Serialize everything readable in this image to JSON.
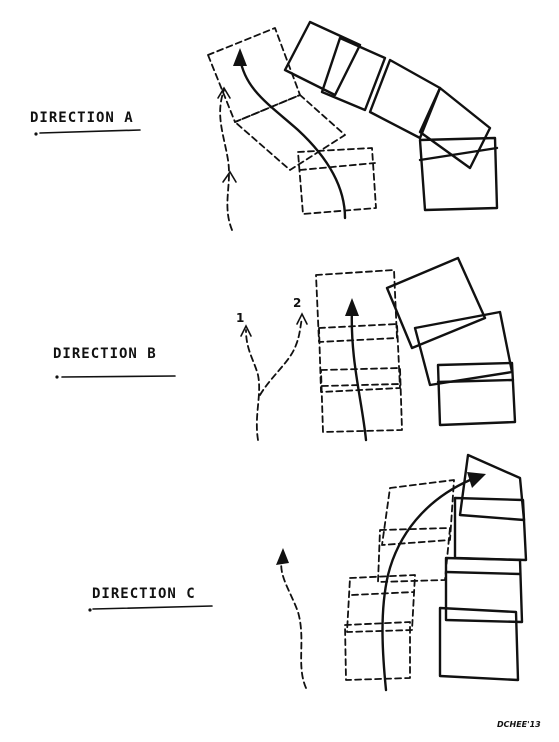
{
  "diagrams": [
    {
      "label": "DIRECTION A"
    },
    {
      "label": "DIRECTION B",
      "path_labels": [
        "1",
        "2"
      ]
    },
    {
      "label": "DIRECTION C"
    }
  ],
  "signature": "DCHEE'13"
}
